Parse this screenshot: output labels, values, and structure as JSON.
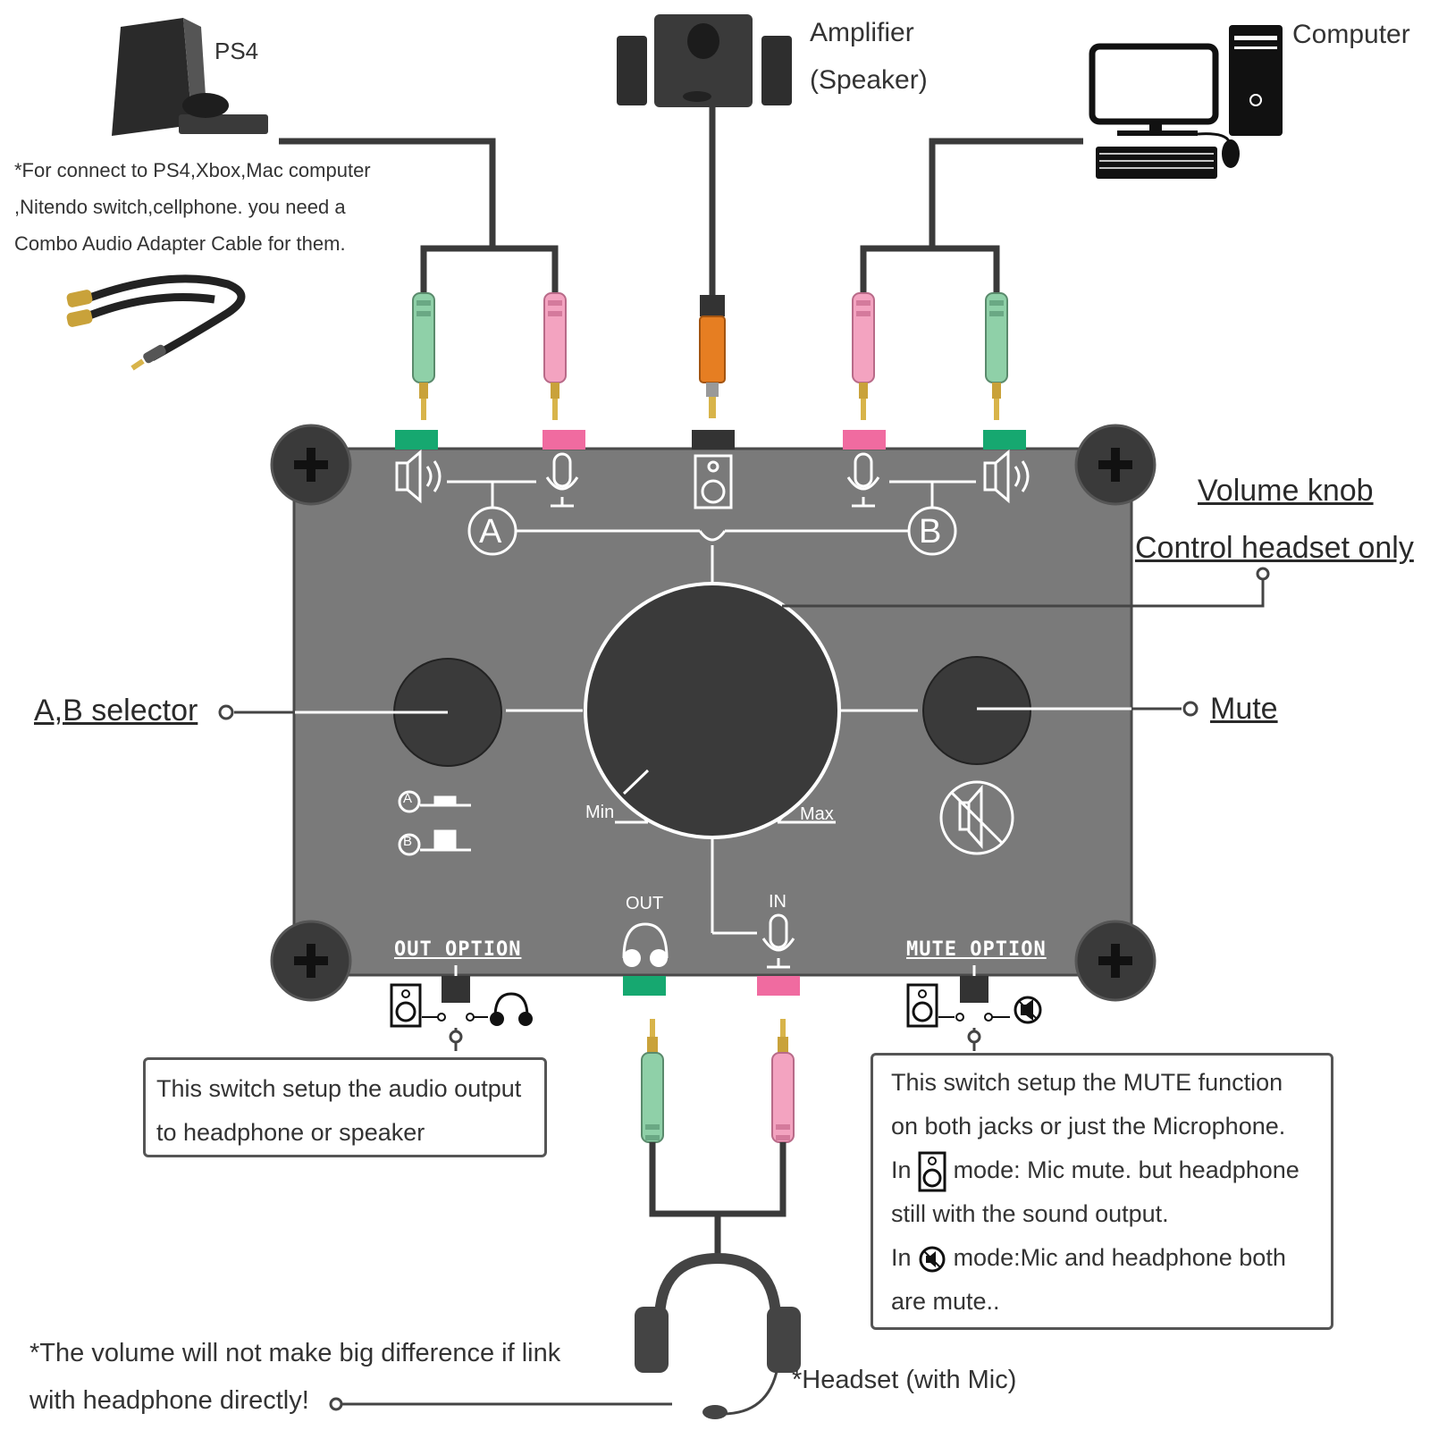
{
  "devices": {
    "ps4": "PS4",
    "amplifier_line1": "Amplifier",
    "amplifier_line2": "(Speaker)",
    "computer": "Computer"
  },
  "adapter_note": {
    "line1": "*For connect to PS4,Xbox,Mac computer",
    "line2": ",Nitendo switch,cellphone. you need a",
    "line3": "Combo Audio Adapter Cable for them."
  },
  "callouts": {
    "volume_knob": "Volume knob",
    "control_headset": "Control headset only",
    "ab_selector": "A,B selector",
    "mute": "Mute"
  },
  "panel": {
    "port_a": "A",
    "port_b": "B",
    "min": "Min",
    "max": "Max",
    "out": "OUT",
    "in": "IN",
    "out_option": "OUT OPTION",
    "mute_option": "MUTE OPTION",
    "sel_a": "A",
    "sel_b": "B"
  },
  "out_option_box": {
    "line1": "This switch setup the audio output",
    "line2": "to headphone or speaker"
  },
  "mute_option_box": {
    "line1": "This switch setup the MUTE function",
    "line2": "on both jacks or just the Microphone.",
    "line3_prefix": "In",
    "line3_suffix": "mode: Mic mute. but headphone",
    "line4": "still with the sound output.",
    "line5_prefix": "In",
    "line5_suffix": "mode:Mic and headphone both",
    "line6": "are mute.."
  },
  "footnote": {
    "line1": "*The volume will not make big difference if link",
    "line2": "with headphone directly!"
  },
  "headset_label": "*Headset (with Mic)",
  "colors": {
    "panel": "#7a7a7a",
    "knob": "#3a3a3a",
    "green": "#16a870",
    "pink": "#f06ba0",
    "dark": "#333333",
    "cable": "#3a3a3a"
  },
  "icons": {
    "ps4": "ps4-console-icon",
    "amplifier": "speaker-system-icon",
    "computer": "desktop-computer-icon",
    "adapter": "adapter-cable-icon",
    "headset": "headset-icon"
  }
}
